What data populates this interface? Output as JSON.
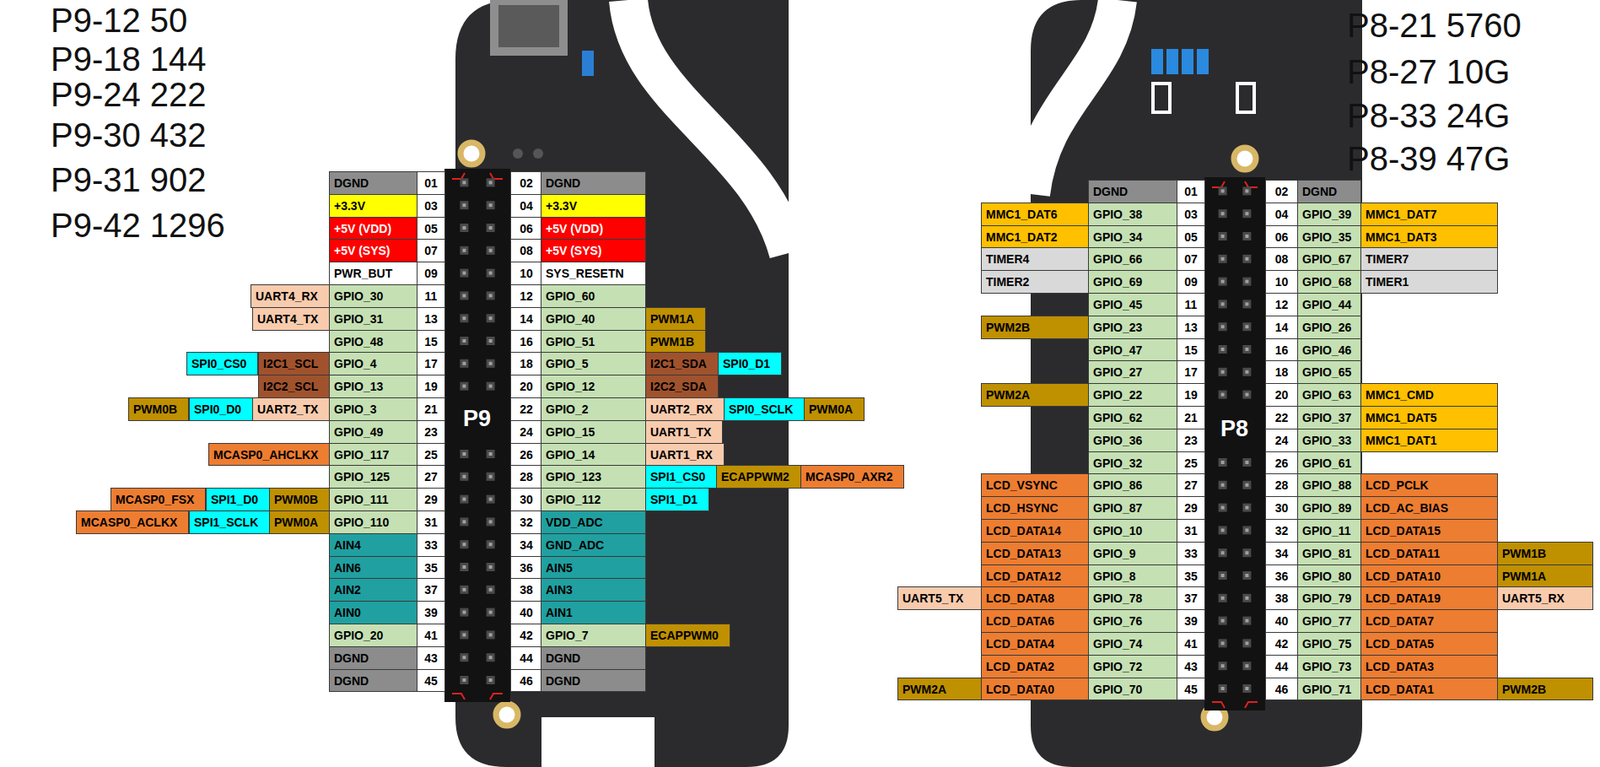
{
  "diagram": {
    "labels": [
      "P9-12 50",
      "P9-18 144",
      "P9-24 222",
      "P9-30 432",
      "P9-31 902",
      "P9-42 1296",
      "P8-21 5760",
      "P8-27 10G",
      "P8-33 24G",
      "P8-39 47G",
      "P9",
      "P8",
      "DGND",
      "01",
      "02",
      "DGND",
      "+3.3V",
      "03",
      "04",
      "+3.3V",
      "+5V (VDD)",
      "05",
      "06",
      "+5V (VDD)",
      "+5V (SYS)",
      "07",
      "08",
      "+5V (SYS)",
      "PWR_BUT",
      "09",
      "10",
      "SYS_RESETN",
      "UART4_RX",
      "GPIO_30",
      "11",
      "12",
      "GPIO_60",
      "UART4_TX",
      "GPIO_31",
      "13",
      "14",
      "GPIO_40",
      "PWM1A",
      "GPIO_48",
      "15",
      "16",
      "GPIO_51",
      "PWM1B",
      "SPI0_CS0",
      "I2C1_SCL",
      "GPIO_4",
      "17",
      "18",
      "GPIO_5",
      "I2C1_SDA",
      "SPI0_D1",
      "I2C2_SCL",
      "GPIO_13",
      "19",
      "20",
      "GPIO_12",
      "I2C2_SDA",
      "PWM0B",
      "SPI0_D0",
      "UART2_TX",
      "GPIO_3",
      "21",
      "22",
      "GPIO_2",
      "UART2_RX",
      "SPI0_SCLK",
      "PWM0A",
      "GPIO_49",
      "23",
      "24",
      "GPIO_15",
      "UART1_TX",
      "MCASP0_AHCLKX",
      "GPIO_117",
      "25",
      "26",
      "GPIO_14",
      "UART1_RX",
      "GPIO_125",
      "27",
      "28",
      "GPIO_123",
      "SPI1_CS0",
      "ECAPPWM2",
      "MCASP0_AXR2",
      "MCASP0_FSX",
      "SPI1_D0",
      "PWM0B",
      "GPIO_111",
      "29",
      "30",
      "GPIO_112",
      "SPI1_D1",
      "MCASP0_ACLKX",
      "SPI1_SCLK",
      "PWM0A",
      "GPIO_110",
      "31",
      "32",
      "VDD_ADC",
      "AIN4",
      "33",
      "34",
      "GND_ADC",
      "AIN6",
      "35",
      "36",
      "AIN5",
      "AIN2",
      "37",
      "38",
      "AIN3",
      "AIN0",
      "39",
      "40",
      "AIN1",
      "GPIO_20",
      "41",
      "42",
      "GPIO_7",
      "ECAPPWM0",
      "DGND",
      "43",
      "44",
      "DGND",
      "DGND",
      "45",
      "46",
      "DGND",
      "DGND",
      "01",
      "02",
      "DGND",
      "MMC1_DAT6",
      "GPIO_38",
      "03",
      "04",
      "GPIO_39",
      "MMC1_DAT7",
      "MMC1_DAT2",
      "GPIO_34",
      "05",
      "06",
      "GPIO_35",
      "MMC1_DAT3",
      "TIMER4",
      "GPIO_66",
      "07",
      "08",
      "GPIO_67",
      "TIMER7",
      "TIMER2",
      "GPIO_69",
      "09",
      "10",
      "GPIO_68",
      "TIMER1",
      "GPIO_45",
      "11",
      "12",
      "GPIO_44",
      "PWM2B",
      "GPIO_23",
      "13",
      "14",
      "GPIO_26",
      "GPIO_47",
      "15",
      "16",
      "GPIO_46",
      "GPIO_27",
      "17",
      "18",
      "GPIO_65",
      "PWM2A",
      "GPIO_22",
      "19",
      "20",
      "GPIO_63",
      "MMC1_CMD",
      "GPIO_62",
      "21",
      "22",
      "GPIO_37",
      "MMC1_DAT5",
      "GPIO_36",
      "23",
      "24",
      "GPIO_33",
      "MMC1_DAT1",
      "GPIO_32",
      "25",
      "26",
      "GPIO_61",
      "LCD_VSYNC",
      "GPIO_86",
      "27",
      "28",
      "GPIO_88",
      "LCD_PCLK",
      "LCD_HSYNC",
      "GPIO_87",
      "29",
      "30",
      "GPIO_89",
      "LCD_AC_BIAS",
      "LCD_DATA14",
      "GPIO_10",
      "31",
      "32",
      "GPIO_11",
      "LCD_DATA15",
      "LCD_DATA13",
      "GPIO_9",
      "33",
      "34",
      "GPIO_81",
      "LCD_DATA11",
      "PWM1B",
      "LCD_DATA12",
      "GPIO_8",
      "35",
      "36",
      "GPIO_80",
      "LCD_DATA10",
      "PWM1A",
      "UART5_TX",
      "LCD_DATA8",
      "GPIO_78",
      "37",
      "38",
      "GPIO_79",
      "LCD_DATA19",
      "UART5_RX",
      "LCD_DATA6",
      "GPIO_76",
      "39",
      "40",
      "GPIO_77",
      "LCD_DATA7",
      "LCD_DATA4",
      "GPIO_74",
      "41",
      "42",
      "GPIO_75",
      "LCD_DATA5",
      "LCD_DATA2",
      "GPIO_72",
      "43",
      "44",
      "GPIO_73",
      "LCD_DATA3",
      "PWM2A",
      "LCD_DATA0",
      "GPIO_70",
      "45",
      "46",
      "GPIO_71",
      "LCD_DATA1",
      "PWM2B"
    ]
  }
}
